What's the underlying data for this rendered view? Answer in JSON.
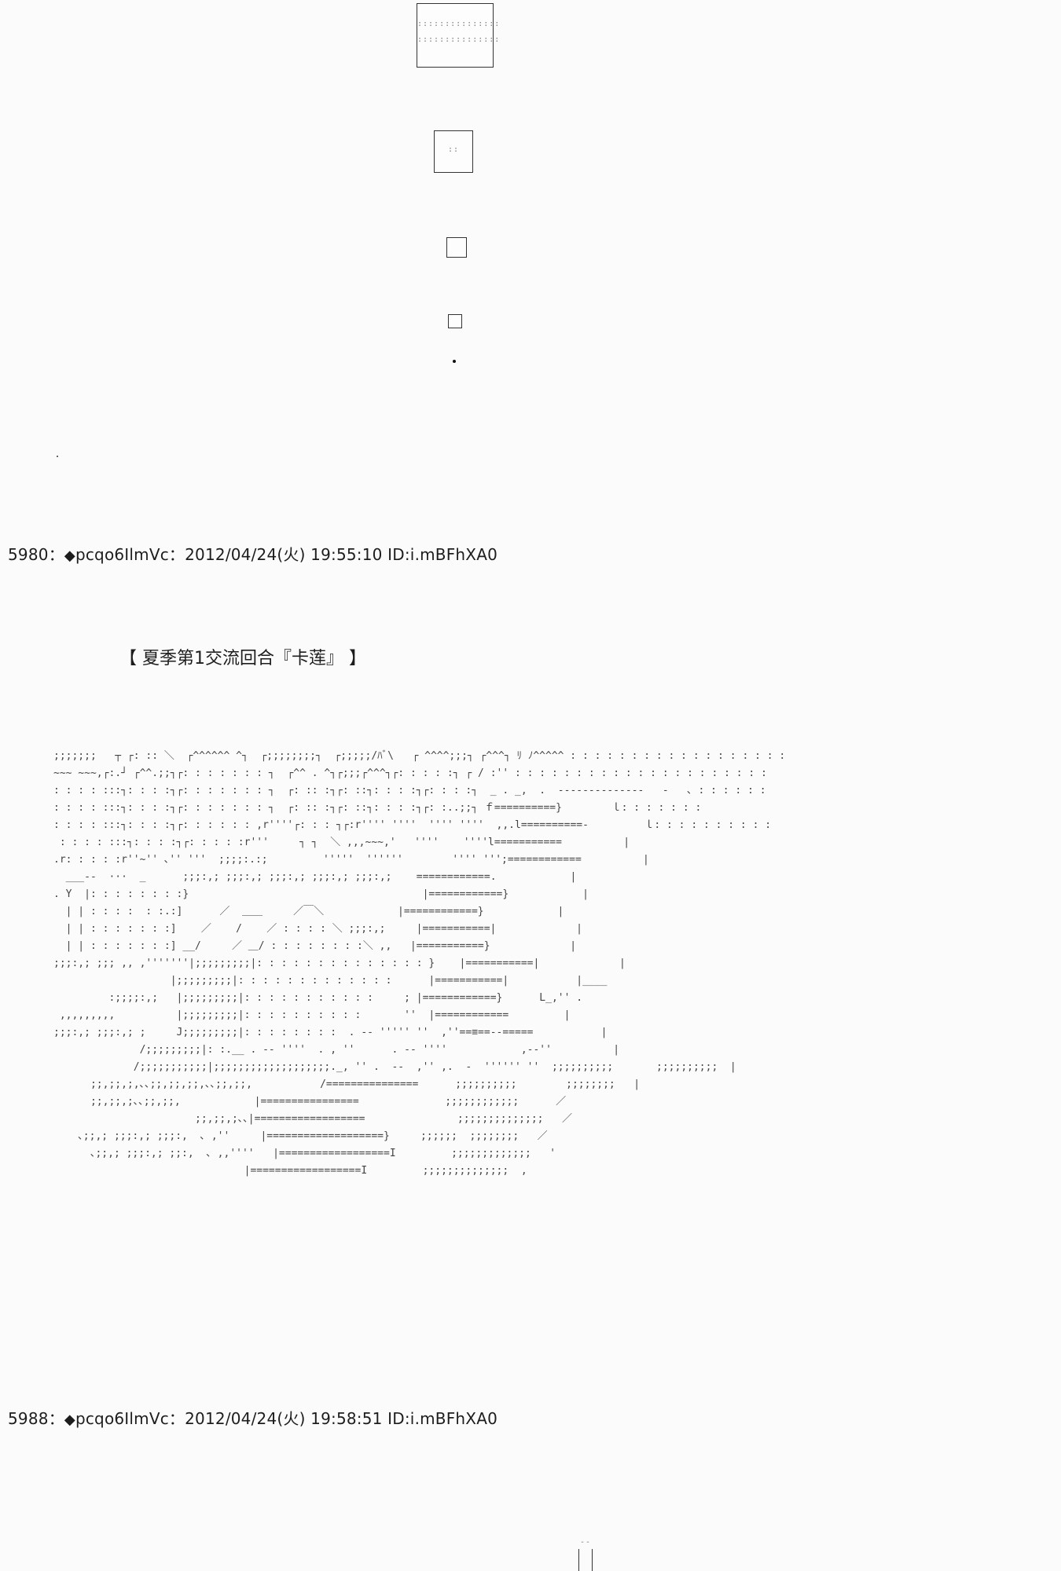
{
  "posts": [
    {
      "number": "5980",
      "separator": "：",
      "diamond": "◆",
      "trip": "pcqo6IlmVc",
      "date": "2012/04/24(火)",
      "time": "19:55:10",
      "id": "ID:i.mBFhXA0"
    },
    {
      "number": "5988",
      "separator": "：",
      "diamond": "◆",
      "trip": "pcqo6IlmVc",
      "date": "2012/04/24(火)",
      "time": "19:58:51",
      "id": "ID:i.mBFhXA0"
    }
  ],
  "title": "【 夏季第1交流回合『卡莲』 】",
  "box_dots": {
    "large": ":::::::::::::::",
    "medium": "::",
    "bottom": "--"
  },
  "ascii_art": "﻿;;;;;;;   ┬ ┌: :: ＼  ┌^^^^^^ ^┐  ┌;;;;;;;;┐  ┌;;;;;/ﾊﾞ\\   ┌ ^^^^;;;┐ ┌^^^┐ ﾘ ﾉ^^^^^ : : : : : : : : : : : : : : : : : :\n~~~ ~~~,┌:.┘ ┌^^.;;┐┌: : : : : : : ┐  ┌^^ . ^┐┌;;;┌^^^┐┌: : : : :┐ ┌ / :'' : : : : : : : : : : : : : : : : : : : : :\n: : : : :::┐: : : :┐┌: : : : : : : ┐  ┌: :: :┐┌: ::┐: : : :┐┌: : : :┐  _ . _,  .  --------------   -   ､ : : : : : :\n: : : : :::┐: : : :┐┌: : : : : : : ┐  ┌: :: :┐┌: ::┐: : : :┐┌: :..;;┐ ｆ==========}        ｌ: : : : : : :\n: : : : :::┐: : : :┐┌: : : : : : ,r''''┌: : : ┐┌:r'''' ''''  '''' ''''  ,,.l==========-         ｌ: : : : : : : : : :\n : : : : :::┐: : : :┐┌: : : : :r'''     ┐ ┐  ＼ ,,,~~~,'   ''''    ''''l===========          |\n.r: : : : :r''~'' ､'' '''  ;;;;:.:;         '''''  ''''''        '''' ''';============          |\n  ___--  ···  _      ;;;:,; ;;;:,; ;;;:,; ;;;:,; ;;;:,;    ============.            |\n. Y  |: : : : : : : :}                                      |============}            |\n  | | : : : :  : :.:]      ／  ＿＿     ／￣＼            |============}            |\n  | | : : : : : : :]    ／    /    ／ : : : : ＼ ;;;:,;     |===========|             |\n  | | : : : : : : :] __/     ／ ＿/ : : : : : : : :＼ ,,   |===========}             |\n;;;:,; ;;; ,, ,'''''''|;;;;;;;;;|: : : : : : : : : : : : : : }    |===========|             |\n                   |;;;;;;;;;|: : : : : : : : : : : : :      |===========|           |____\n         :;;;;:,;   |;;;;;;;;;|: : : : : : : : : : :     ; |============}      L_,'' .\n ,,,,,,,,,          |;;;;;;;;;|: : : : : : : : : :       ''  |============         |\n;;;:,; ;;;:,; ;     J;;;;;;;;;|: : : : : : : :  . -- ''''' ''  ,''==≡==--=====           |\n              /;;;;;;;;;|: :.__ . -- ''''  . , ''      . -- ''''            ,--''          |\n             /;;;;;;;;;;;|;;;;;;;;;;;;;;;;;;;._, '' .  --  ,'' ,.  -  '''''' ''  ;;;;;;;;;;       ;;;;;;;;;;  |\n      ;;,;;,;,､､;;,;;,;;,､､;;,;;,           /===============      ;;;;;;;;;;        ;;;;;;;;   |\n      ;;,;;,;､､;;,;;,            |================              ;;;;;;;;;;;;      ／\n                       ;;,;;,;､､|==================               ;;;;;;;;;;;;;;   ／\n    ､;;,; ;;;:,; ;;;:,  ､ ,''     |===================}     ;;;;;;  ;;;;;;;;   ／\n      ､;;,; ;;;:,; ;;:,  ､ ,,''''   |==================I         ;;;;;;;;;;;;;   '\n                               |==================I         ;;;;;;;;;;;;;;  ,"
}
